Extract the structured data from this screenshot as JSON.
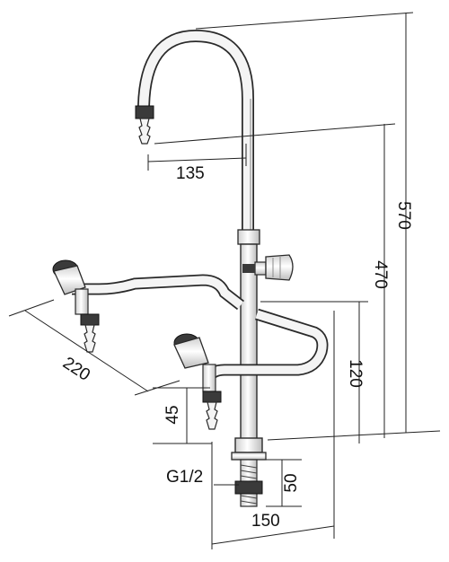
{
  "diagram": {
    "subject": "laboratory gooseneck water tap with two side valves",
    "dimensions": {
      "total_height": "570",
      "spout_height": "470",
      "spout_reach": "135",
      "side_arm_span": "220",
      "valve_height": "120",
      "nozzle_drop": "45",
      "thread_size": "G1/2",
      "thread_length": "50",
      "base_offset": "150"
    },
    "colors": {
      "line": "#222222",
      "metal": "#f2f2f2",
      "dark_fitting": "#3a3a3a",
      "background": "#ffffff"
    }
  }
}
